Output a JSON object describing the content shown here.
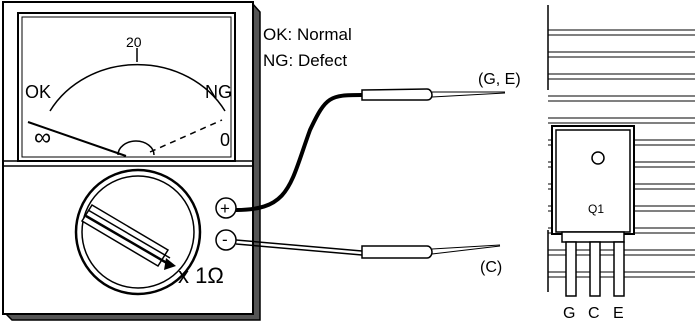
{
  "meter": {
    "scale_top": "20",
    "left_label": "OK",
    "right_label": "NG",
    "left_value": "∞",
    "right_value": "0",
    "range": "x 1Ω",
    "plus_terminal": "+",
    "minus_terminal": "-"
  },
  "legend": {
    "ok": "OK: Normal",
    "ng": "NG: Defect"
  },
  "probes": {
    "top": "(G, E)",
    "bottom": "(C)"
  },
  "component": {
    "name": "Q1",
    "pins": [
      "G",
      "C",
      "E"
    ]
  }
}
